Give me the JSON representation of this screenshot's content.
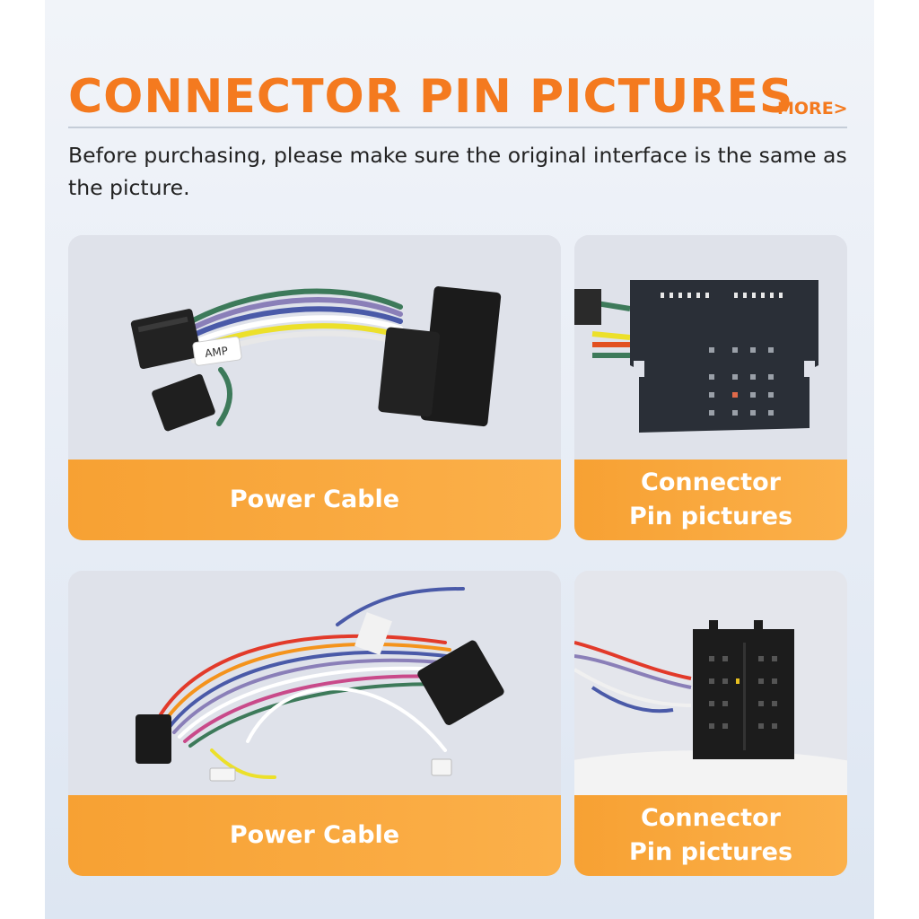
{
  "header": {
    "title": "CONNECTOR PIN PICTURES",
    "more_link": "MORE>",
    "description": "Before purchasing, please make sure the original interface is the same as the picture."
  },
  "cards": [
    {
      "label": "Power Cable",
      "image": "power-cable-iso-harness",
      "tag": "AMP"
    },
    {
      "label_line1": "Connector",
      "label_line2": "Pin pictures",
      "image": "quadlock-connector-face"
    },
    {
      "label": "Power Cable",
      "image": "power-cable-16pin-harness"
    },
    {
      "label_line1": "Connector",
      "label_line2": "Pin pictures",
      "image": "iso-connector-face"
    }
  ],
  "colors": {
    "accent": "#f47a1f",
    "label_bar": "#f9a83c",
    "card_bg": "#dde0e8"
  }
}
